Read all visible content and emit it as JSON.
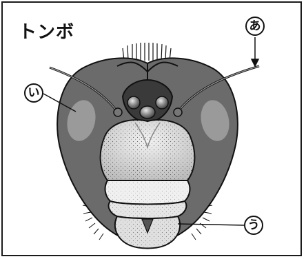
{
  "title": "トンボ",
  "labels": {
    "a": "あ",
    "i": "い",
    "u": "う"
  },
  "colors": {
    "eye_dark": "#6b6b6b",
    "eye_shine": "#9a9a9a",
    "face_light": "#e0e0e0",
    "outline": "#111111"
  }
}
